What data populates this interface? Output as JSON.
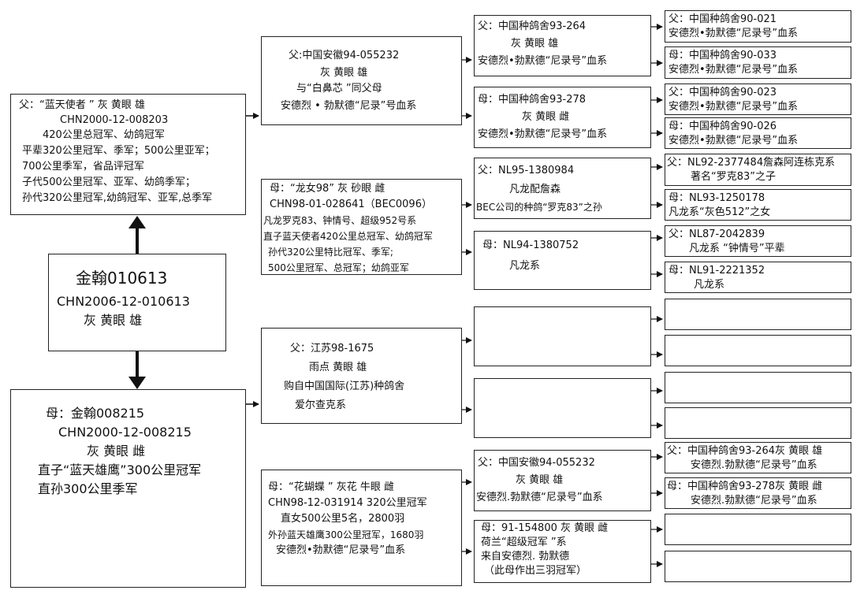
{
  "subject": {
    "name": "金翰010613",
    "ring": "CHN2006-12-010613",
    "desc": "灰 黄眼 雄"
  },
  "sire": {
    "l1": "父：“蓝天使者 ”  灰 黄眼 雄",
    "l2": "CHN2000-12-008203",
    "l3": "420公里总冠军、幼鸽冠军",
    "l4": "平辈320公里冠军、季军；500公里亚军；",
    "l5": "700公里季军，省品评冠军",
    "l6": "子代500公里冠军、亚军、幼鸽季军；",
    "l7": "孙代320公里冠军,幼鸽冠军、亚军,总季军"
  },
  "dam": {
    "l1": "母：金翰008215",
    "l2": "CHN2000-12-008215",
    "l3": "灰 黄眼 雌",
    "l4": "直子“蓝天雄鹰”300公里冠军",
    "l5": "直孙300公里季军"
  },
  "ss": {
    "l1": "父:中国安徽94-055232",
    "l2": "灰 黄眼 雄",
    "l3": "与“白鼻芯 ”同父母",
    "l4": "安德烈 • 勃默德“尼录”号血系"
  },
  "sd": {
    "l1": "母：“龙女98” 灰 砂眼 雌",
    "l2": "CHN98-01-028641（BEC0096）",
    "l3": "凡龙罗克83、钟情号、超级952号系",
    "l4": "直子蓝天使者420公里总冠军、幼鸽冠军",
    "l5": "孙代320公里特比冠军、季军;",
    "l6": "500公里冠军、总冠军；幼鸽亚军"
  },
  "ds": {
    "l1": "父：江苏98-1675",
    "l2": "雨点 黄眼 雄",
    "l3": "购自中国国际(江苏)种鸽舍",
    "l4": "爱尔查克系"
  },
  "dd": {
    "l1": "母：“花蝴蝶 ” 灰花 牛眼 雌",
    "l2": "CHN98-12-031914  320公里冠军",
    "l3": "直女500公里5名，2800羽",
    "l4": "外孙蓝天雄鹰300公里冠军，1680羽",
    "l5": "安德烈•勃默德“尼录号”血系"
  },
  "sss": {
    "l1": "父：中国种鸽舍93-264",
    "l2": "灰 黄眼 雄",
    "l3": "安德烈•勃默德“尼录号”血系"
  },
  "ssd": {
    "l1": "母：中国种鸽舍93-278",
    "l2": "灰 黄眼 雌",
    "l3": "安德烈•勃默德“尼录号”血系"
  },
  "sds": {
    "l1": "父：NL95-1380984",
    "l2": "凡龙配詹森",
    "l3": "BEC公司的种鸽“罗克83”之孙"
  },
  "sdd": {
    "l1": "母：NL94-1380752",
    "l2": "凡龙系"
  },
  "dds": {
    "l1": "父：中国安徽94-055232",
    "l2": "灰 黄眼 雄",
    "l3": "安德烈.勃默德“尼录号”血系"
  },
  "ddd": {
    "l1": "母：91-154800 灰 黄眼 雌",
    "l2": "荷兰“超级冠军 ”系",
    "l3": "来自安德烈. 勃默德",
    "l4": "（此母作出三羽冠军）"
  },
  "g4": [
    {
      "l1": "父：中国种鸽舍90-021",
      "l2": "安德烈•勃默德“尼录号”血系"
    },
    {
      "l1": "母：中国种鸽舍90-033",
      "l2": "安德烈•勃默德“尼录号”血系"
    },
    {
      "l1": "父：中国种鸽舍90-023",
      "l2": "安德烈•勃默德“尼录号”血系"
    },
    {
      "l1": "母：中国种鸽舍90-026",
      "l2": "安德烈•勃默德“尼录号”血系"
    },
    {
      "l1": "父：NL92-2377484詹森阿连栋克系",
      "l2": "著名“罗克83”之子"
    },
    {
      "l1": "母：NL93-1250178",
      "l2": "凡龙系“灰色512”之女"
    },
    {
      "l1": "父：NL87-2042839",
      "l2": "凡龙系 “钟情号”平辈"
    },
    {
      "l1": "母：NL91-2221352",
      "l2": "凡龙系"
    },
    {
      "l1": "",
      "l2": ""
    },
    {
      "l1": "",
      "l2": ""
    },
    {
      "l1": "",
      "l2": ""
    },
    {
      "l1": "",
      "l2": ""
    },
    {
      "l1": "父：中国种鸽舍93-264灰 黄眼 雄",
      "l2": "安德烈.勃默德“尼录号”血系"
    },
    {
      "l1": "母：中国种鸽舍93-278灰 黄眼 雌",
      "l2": "安德烈.勃默德“尼录号”血系"
    },
    {
      "l1": "",
      "l2": ""
    },
    {
      "l1": "",
      "l2": ""
    }
  ]
}
